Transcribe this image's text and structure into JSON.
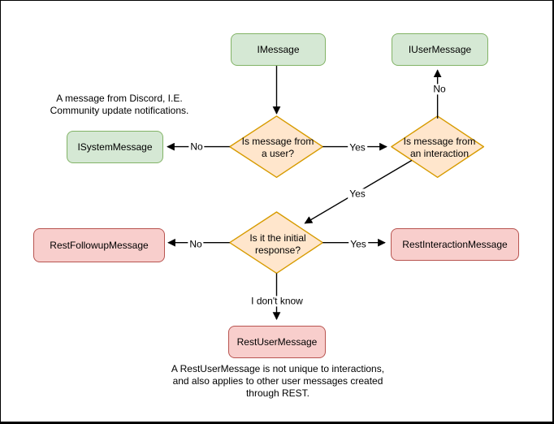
{
  "colors": {
    "canvas_bg": "#ffffff",
    "border": "#000000",
    "green_fill": "#d5e8d4",
    "green_stroke": "#82b366",
    "orange_fill": "#ffe6cc",
    "orange_stroke": "#d79b00",
    "red_fill": "#f8cecc",
    "red_stroke": "#b85450",
    "edge": "#000000",
    "text": "#000000"
  },
  "nodes": {
    "imessage": {
      "label": "IMessage"
    },
    "iusermessage": {
      "label": "IUserMessage"
    },
    "isystemmessage": {
      "label": "ISystemMessage"
    },
    "restfollowupmessage": {
      "label": "RestFollowupMessage"
    },
    "restinteractionmessage": {
      "label": "RestInteractionMessage"
    },
    "restusermessage": {
      "label": "RestUserMessage"
    }
  },
  "decisions": {
    "is_from_user": {
      "label": "Is message from\na user?"
    },
    "is_from_interaction": {
      "label": "Is message from\nan interaction"
    },
    "is_initial_response": {
      "label": "Is it the initial\nresponse?"
    }
  },
  "edge_labels": {
    "user_no": "No",
    "user_yes": "Yes",
    "interaction_no": "No",
    "interaction_yes": "Yes",
    "initial_no": "No",
    "initial_yes": "Yes",
    "initial_dont_know": "I don't know"
  },
  "annotations": {
    "system_message_note": "A message from Discord, I.E.\nCommunity update notifications.",
    "rest_user_message_note": "A RestUserMessage is not unique to interactions,\nand also applies to other user messages created\nthrough REST."
  }
}
